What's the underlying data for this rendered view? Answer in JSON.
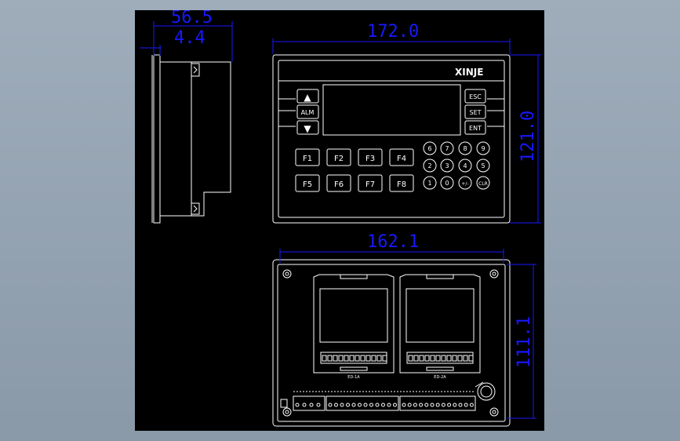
{
  "colors": {
    "background": "#8fa0b0",
    "viewport": "#000000",
    "line": "#ffffff",
    "dimension": "#1a1aff"
  },
  "dimensions": {
    "side_width": "56.5",
    "side_depth": "4.4",
    "front_width": "172.0",
    "front_height": "121.0",
    "rear_width": "162.1",
    "rear_height": "111.1"
  },
  "front_panel": {
    "brand": "XINJE",
    "left_keys": [
      "▲",
      "ALM",
      "▼"
    ],
    "right_keys": [
      "ESC",
      "SET",
      "ENT"
    ],
    "function_keys": [
      "F1",
      "F2",
      "F3",
      "F4",
      "F5",
      "F6",
      "F7",
      "F8"
    ],
    "numeric_keys": [
      "6",
      "7",
      "8",
      "9",
      "2",
      "3",
      "4",
      "5",
      "1",
      "0",
      "+/-",
      "CLR"
    ]
  },
  "rear_panel": {
    "module_labels": [
      "ED-1A",
      "ED-2A"
    ]
  }
}
